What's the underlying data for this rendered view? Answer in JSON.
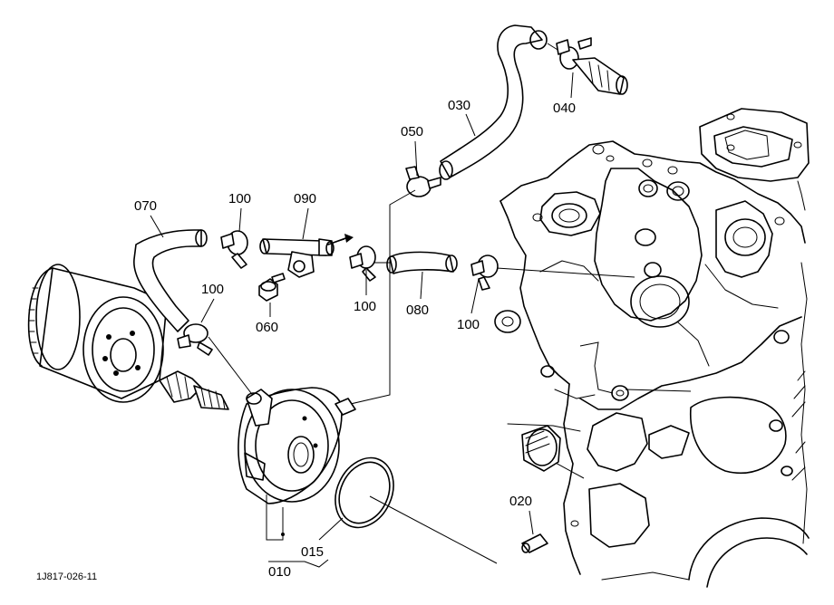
{
  "diagram": {
    "drawing_code": "1J817-026-11",
    "callouts": [
      {
        "id": "c030",
        "text": "030",
        "part": "hose-upper"
      },
      {
        "id": "c040",
        "text": "040",
        "part": "hose-fitting"
      },
      {
        "id": "c050",
        "text": "050",
        "part": "clamp-upper"
      },
      {
        "id": "c070",
        "text": "070",
        "part": "hose-oil-cooler"
      },
      {
        "id": "c100a",
        "text": "100",
        "part": "clamp"
      },
      {
        "id": "c090",
        "text": "090",
        "part": "pipe-joint"
      },
      {
        "id": "c100b",
        "text": "100",
        "part": "clamp"
      },
      {
        "id": "c060",
        "text": "060",
        "part": "bolt"
      },
      {
        "id": "c100c",
        "text": "100",
        "part": "clamp"
      },
      {
        "id": "c080",
        "text": "080",
        "part": "hose-middle"
      },
      {
        "id": "c100d",
        "text": "100",
        "part": "clamp"
      },
      {
        "id": "c020",
        "text": "020",
        "part": "pin"
      },
      {
        "id": "c015",
        "text": "015",
        "part": "o-ring"
      },
      {
        "id": "c010",
        "text": "010",
        "part": "oil-cooler"
      }
    ]
  }
}
